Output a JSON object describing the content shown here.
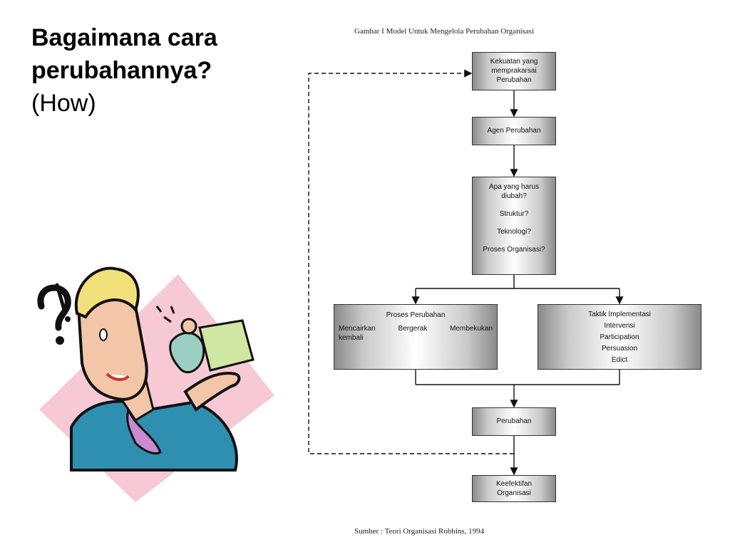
{
  "title": {
    "line1": "Bagaimana cara",
    "line2": "perubahannya?",
    "line3": "(How)"
  },
  "figure": {
    "caption": "Gambar I  Model Untuk Mengelola Perubahan  Organisasi",
    "source": "Sumber : Teori Organisasi Robbins, 1994",
    "nodes": {
      "forces": [
        "Kekuatan yang",
        "memprakarsai",
        "Perubahan"
      ],
      "agent": "Agen Perubahan",
      "what": {
        "question": [
          "Apa yang harus",
          "diubah?"
        ],
        "items": [
          "Struktur?",
          "Teknologi?",
          "Proses Organisasi?"
        ]
      },
      "process": {
        "title": "Proses  Perubahan",
        "step1": "Mencairkan",
        "step1_cont": "kembali",
        "step2": "Bergerak",
        "step3": "Membekukan"
      },
      "tactics": {
        "title": "Taktik Implementasi",
        "items": [
          "Intervensi",
          "Participation",
          "Persuasion",
          "Edict"
        ]
      },
      "change": "Perubahan",
      "effect": [
        "Keefektifan",
        "Organisasi"
      ]
    }
  },
  "colors": {
    "skin": "#f2c6a6",
    "shirt": "#2f8fb0",
    "diamond": "#f6c9d4",
    "tie": "#c98ad0",
    "hair": "#f2e07a"
  }
}
